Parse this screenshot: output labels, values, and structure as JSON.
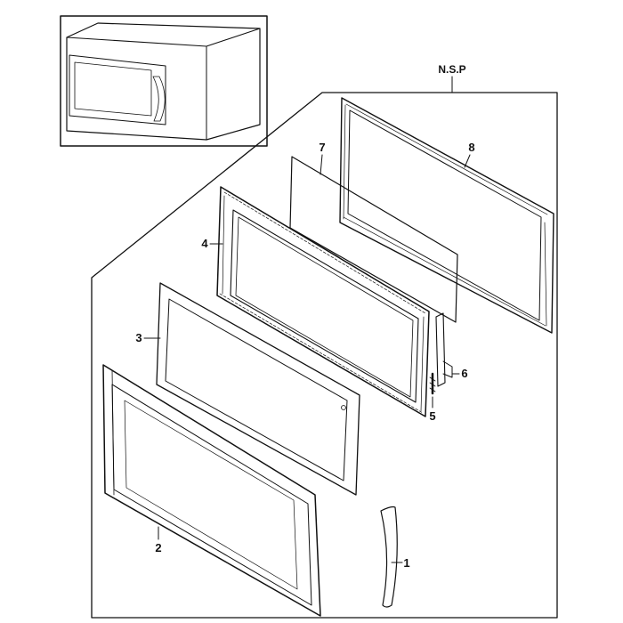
{
  "callouts": {
    "nsp": "N.S.P",
    "c1": "1",
    "c2": "2",
    "c3": "3",
    "c4": "4",
    "c5": "5",
    "c6": "6",
    "c7": "7",
    "c8": "8"
  },
  "colors": {
    "line": "#111111",
    "background": "#ffffff",
    "shade": "#9a9a9a"
  }
}
